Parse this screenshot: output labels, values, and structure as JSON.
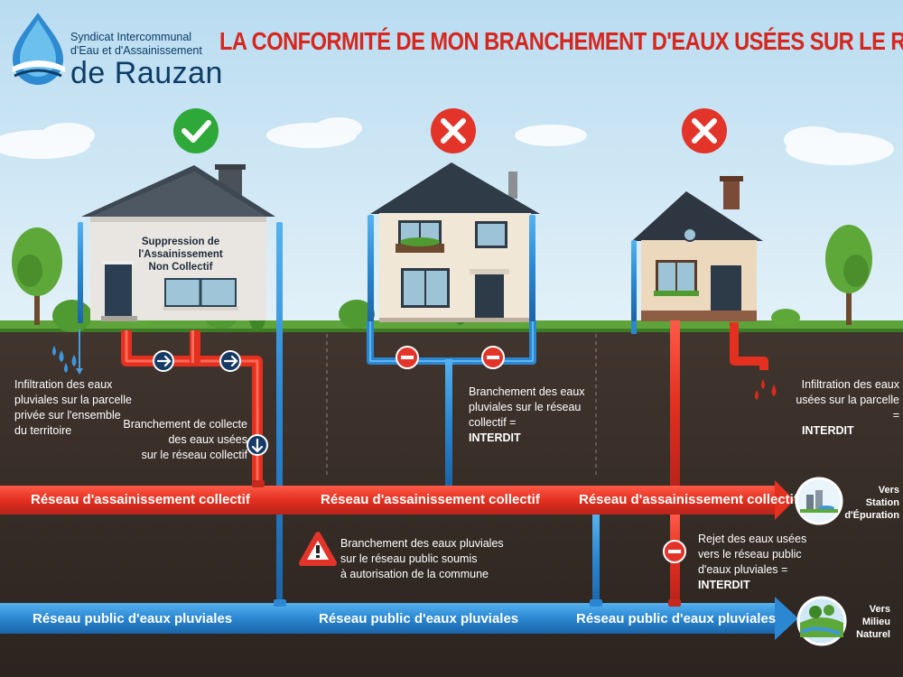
{
  "logo": {
    "line1": "Syndicat Intercommunal",
    "line2": "d'Eau et d'Assainissement",
    "line3": "de Rauzan"
  },
  "title": "LA CONFORMITÉ DE MON BRANCHEMENT D'EAUX USÉES SUR LE RÉSEAU COLLECTIF",
  "house1": {
    "label_line1": "Suppression de",
    "label_line2": "l'Assainissement",
    "label_line3": "Non Collectif"
  },
  "notes": {
    "infiltration_pluviales": [
      "Infiltration des eaux",
      "pluviales sur la parcelle",
      "privée sur l'ensemble",
      "du territoire"
    ],
    "collecte_usees": [
      "Branchement de collecte",
      "des eaux usées",
      "sur le réseau collectif"
    ],
    "pluviales_collectif": [
      "Branchement des eaux",
      "pluviales sur le réseau",
      "collectif ="
    ],
    "pluviales_collectif_verdict": "INTERDIT",
    "infiltration_usees": [
      "Infiltration des eaux",
      "usées sur la parcelle ="
    ],
    "infiltration_usees_verdict": "INTERDIT",
    "pluviales_autorisation": [
      "Branchement des eaux pluviales",
      "sur le réseau public soumis",
      "à autorisation de la commune"
    ],
    "rejet_usees": [
      "Rejet des eaux usées",
      "vers le réseau public",
      "d'eaux pluviales ="
    ],
    "rejet_usees_verdict": "INTERDIT"
  },
  "pipes": {
    "collectif_label": "Réseau d'assainissement collectif",
    "pluvial_label": "Réseau public d'eaux pluviales"
  },
  "destinations": {
    "station": [
      "Vers",
      "Station",
      "d'Épuration"
    ],
    "milieu": [
      "Vers",
      "Milieu",
      "Naturel"
    ]
  },
  "colors": {
    "sky": "#cfe5f3",
    "soil": "#3b302a",
    "red_pipe": "#e8392b",
    "blue_pipe": "#2f8fd6",
    "title_red": "#d6261e",
    "navy": "#0d3d66",
    "check_green": "#2fa83a"
  }
}
